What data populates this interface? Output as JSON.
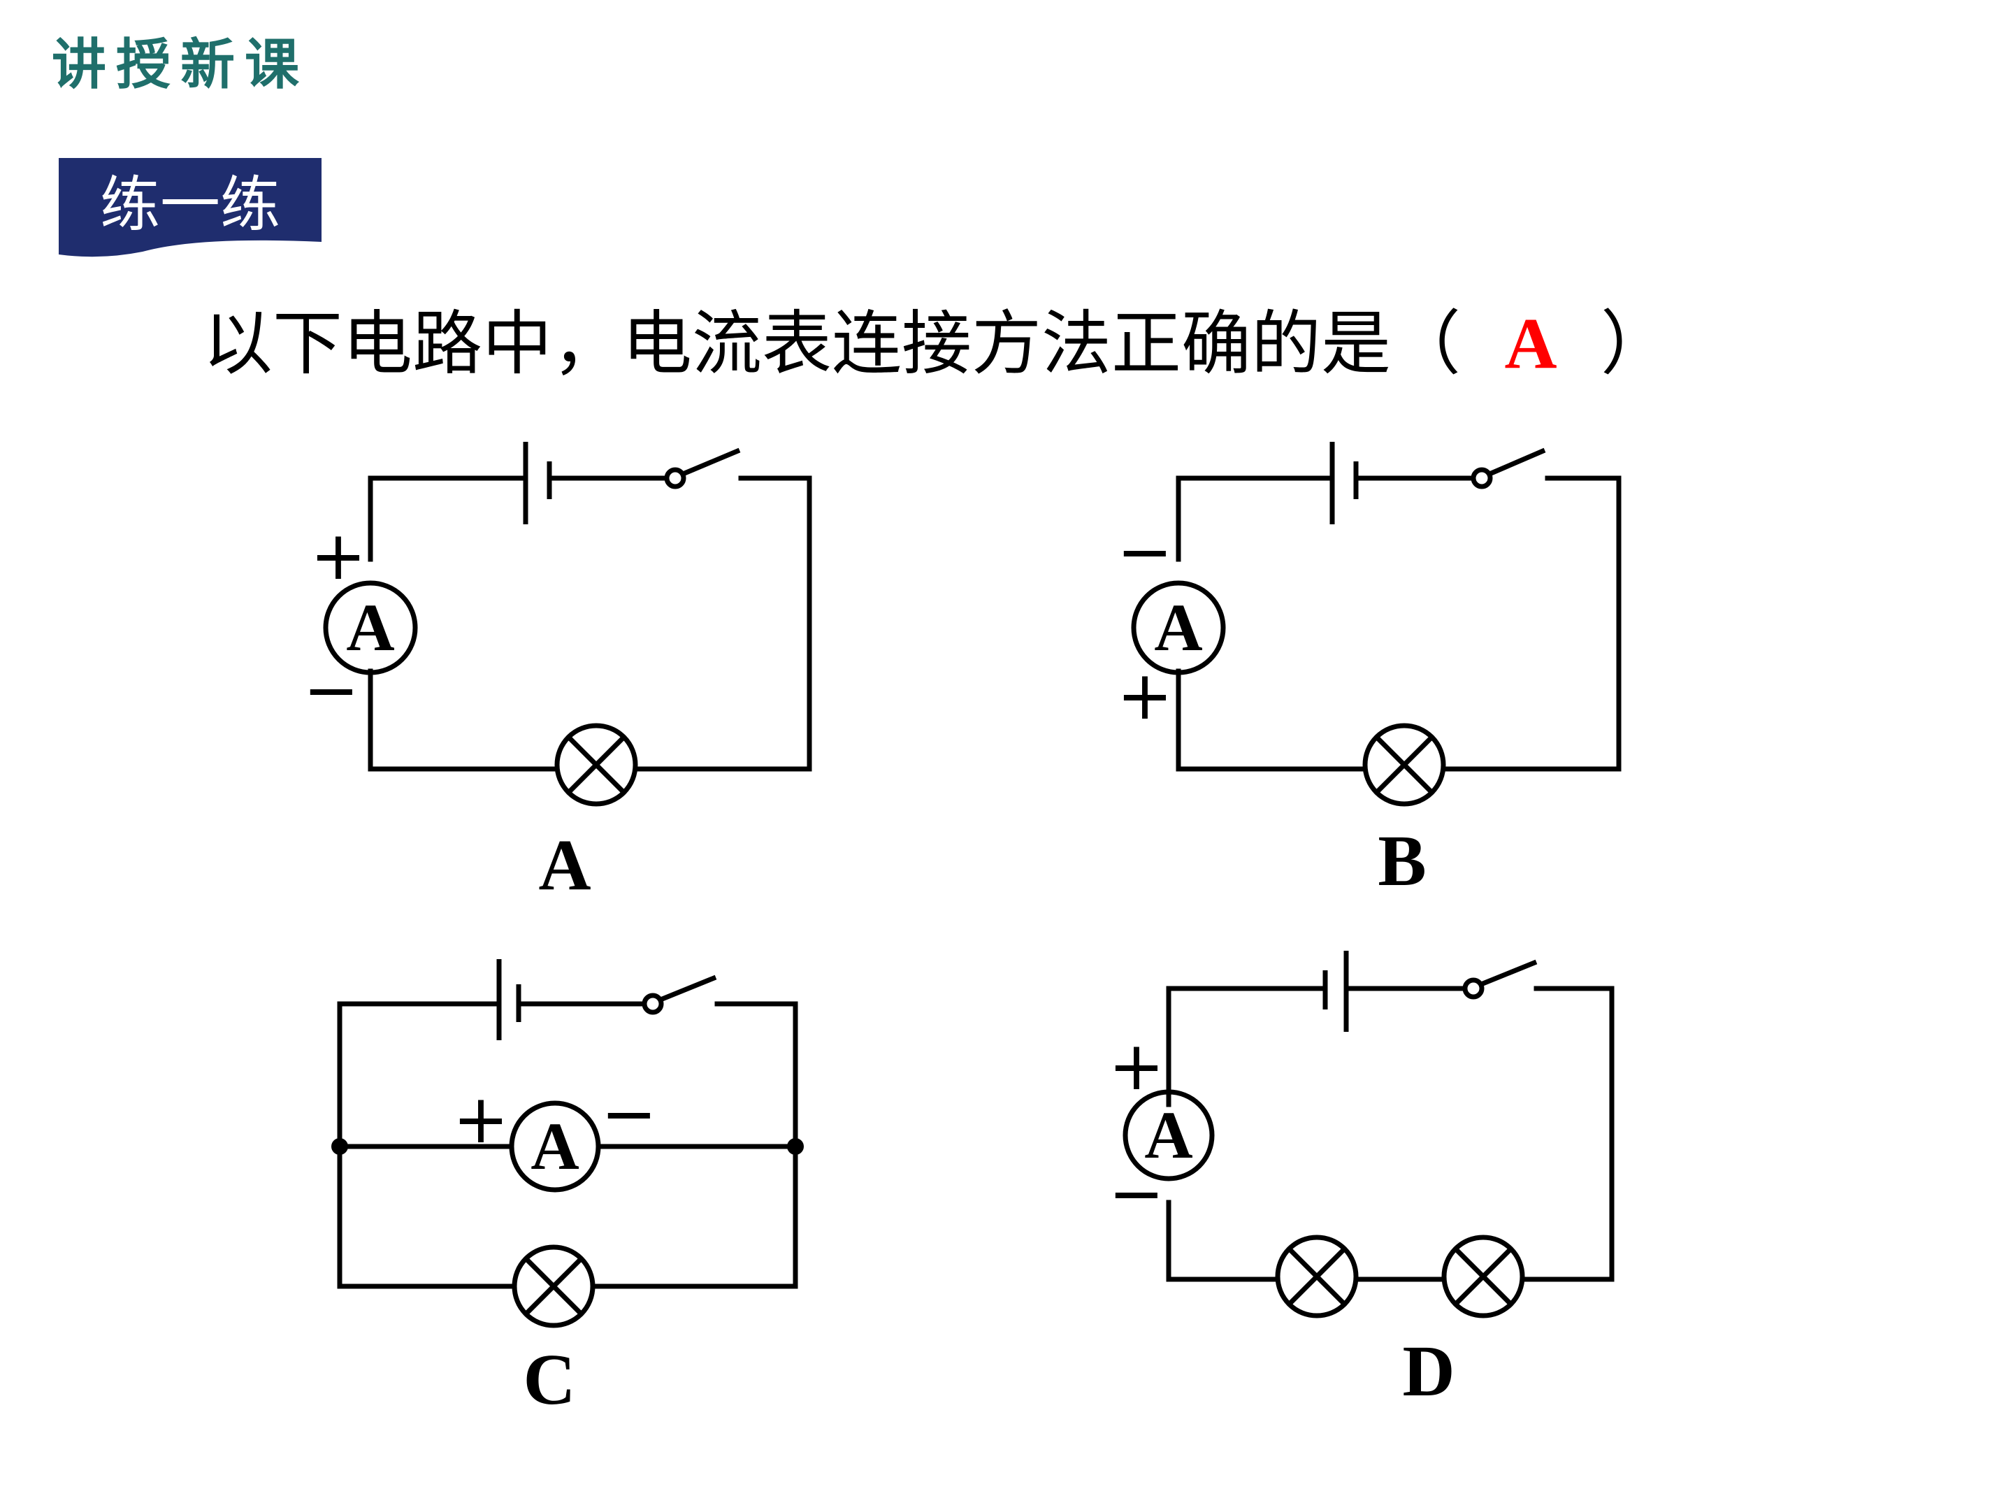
{
  "header": {
    "section_title": "讲授新课"
  },
  "practice": {
    "label": "练一练"
  },
  "question": {
    "text": "以下电路中，电流表连接方法正确的是（",
    "answer": "A",
    "close": "）"
  },
  "colors": {
    "header_teal": "#1f6f6b",
    "banner_navy": "#1f2d6e",
    "answer_red": "#ff0000"
  },
  "circuits": {
    "a": {
      "label": "A",
      "meter": "A",
      "plus": "+",
      "minus": "−"
    },
    "b": {
      "label": "B",
      "meter": "A",
      "plus": "+",
      "minus": "−"
    },
    "c": {
      "label": "C",
      "meter": "A",
      "plus": "+",
      "minus": "−"
    },
    "d": {
      "label": "D",
      "meter": "A",
      "plus": "+",
      "minus": "−"
    }
  }
}
